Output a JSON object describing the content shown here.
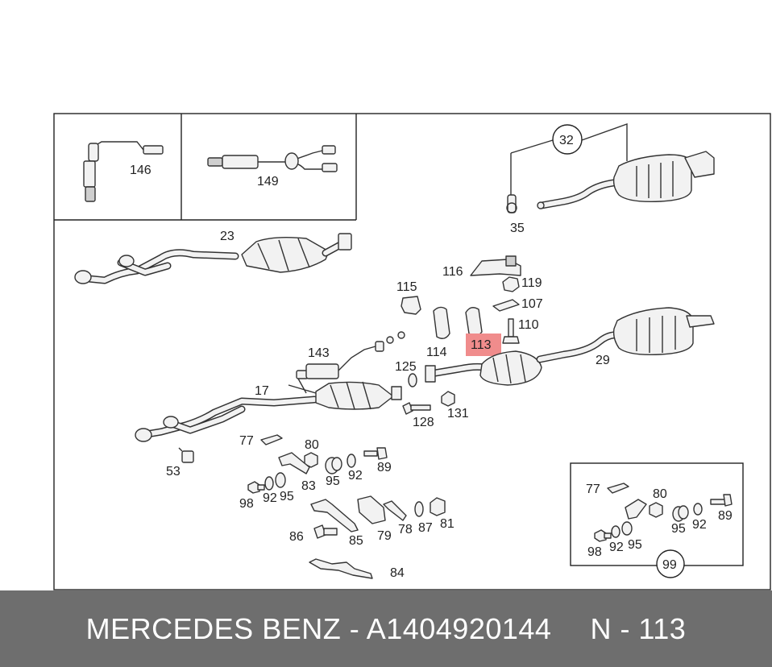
{
  "labels": {
    "p146": "146",
    "p149": "149",
    "p32": "32",
    "p35": "35",
    "p23": "23",
    "p116": "116",
    "p119": "119",
    "p115": "115",
    "p107": "107",
    "p110": "110",
    "p113": "113",
    "p114": "114",
    "p143": "143",
    "p29": "29",
    "p125": "125",
    "p17": "17",
    "p131": "131",
    "p128": "128",
    "p77": "77",
    "p80": "80",
    "p53": "53",
    "p89": "89",
    "p95": "95",
    "p92": "92",
    "p83": "83",
    "p98": "98",
    "p92b": "92",
    "p95b": "95",
    "p86": "86",
    "p85": "85",
    "p79": "79",
    "p78": "78",
    "p87": "87",
    "p81": "81",
    "p84": "84",
    "i77": "77",
    "i80": "80",
    "i89": "89",
    "i95": "95",
    "i92": "92",
    "i98": "98",
    "i92b": "92",
    "i95b": "95",
    "i99": "99"
  },
  "highlight": {
    "label": "113",
    "color": "#f08c8c"
  },
  "footer": {
    "part_number": "MERCEDES BENZ - A1404920144",
    "position": "N - 113"
  }
}
